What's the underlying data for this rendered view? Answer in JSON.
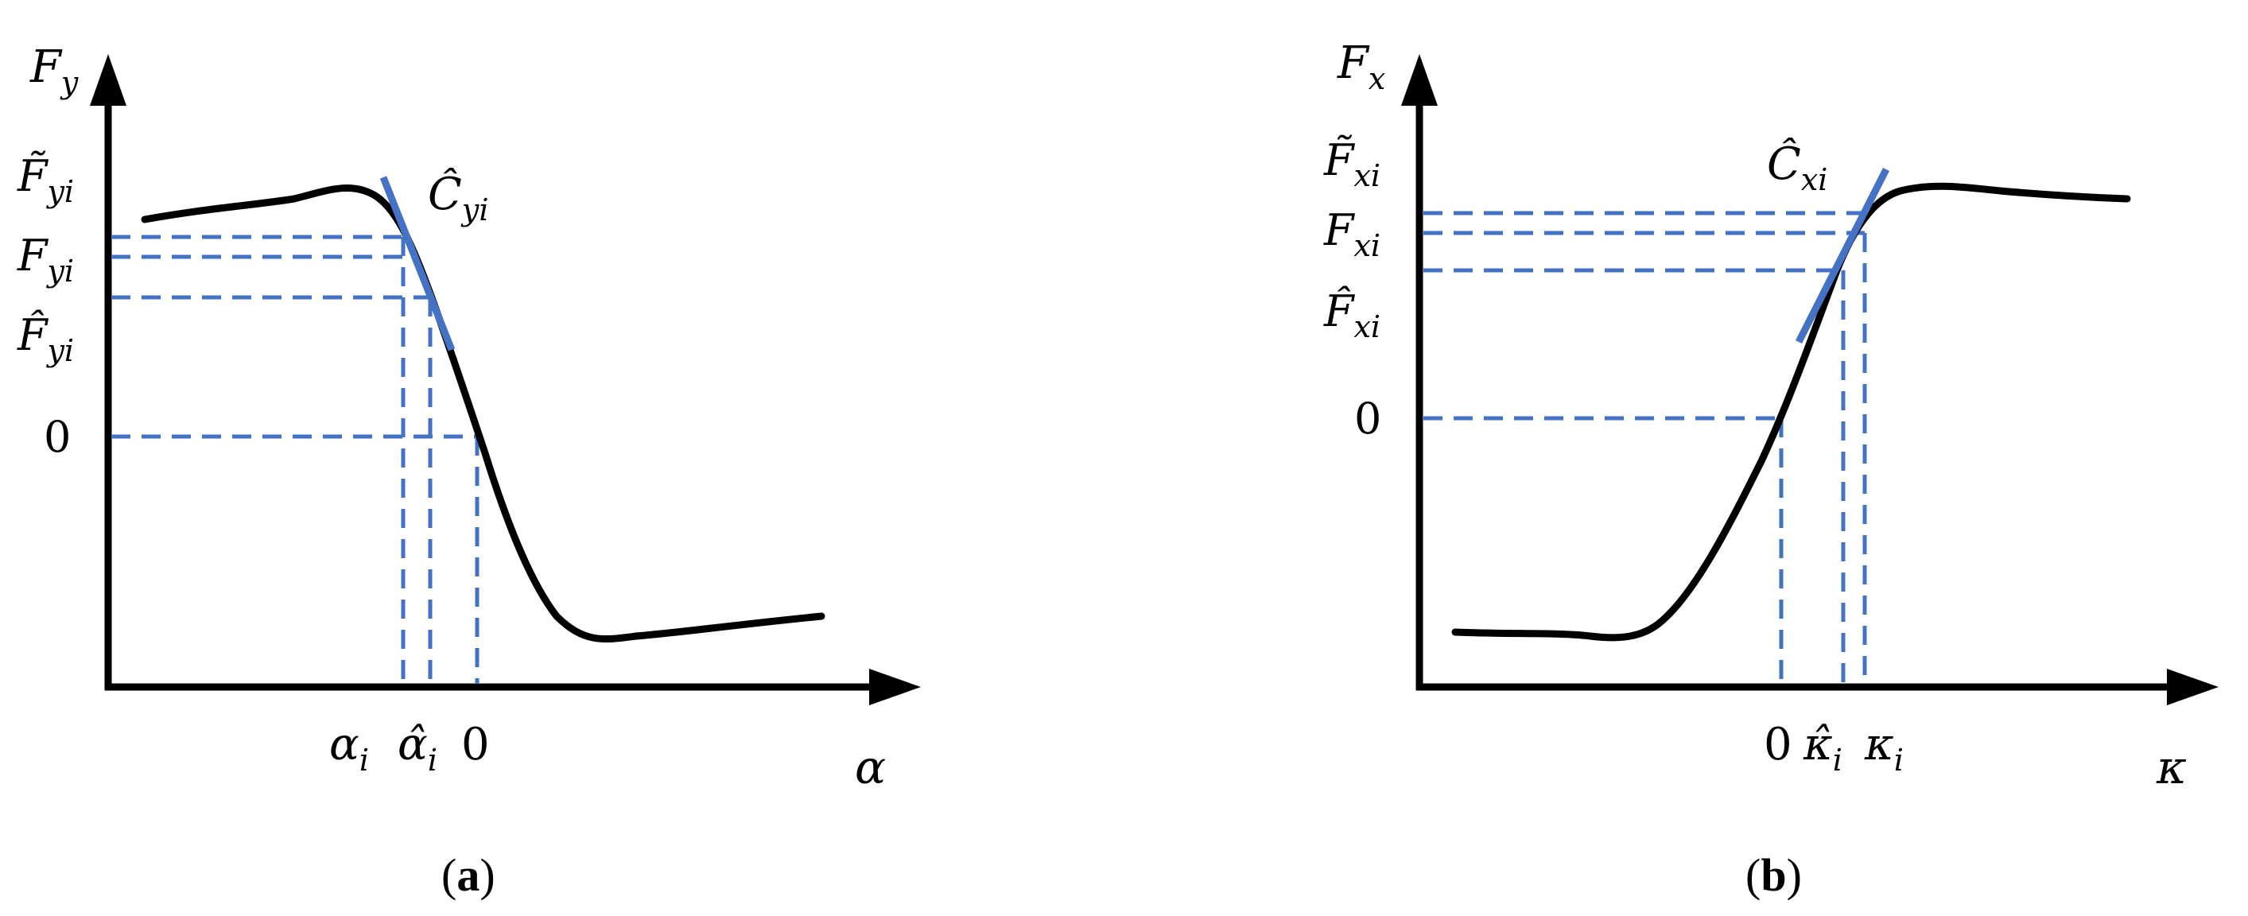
{
  "colors": {
    "axis": "#000000",
    "curve": "#000000",
    "guide": "#4472c4",
    "tangent": "#4472c4",
    "background": "#ffffff"
  },
  "panel_a": {
    "y_axis_label": {
      "base": "F",
      "sub": "y"
    },
    "x_axis_label": "α",
    "tangent_label": {
      "base": "Ĉ",
      "sub": "yi"
    },
    "y_ticks": {
      "tilde": {
        "base": "F̃",
        "sub": "yi"
      },
      "plain": {
        "base": "F",
        "sub": "yi"
      },
      "hat": {
        "base": "F̂",
        "sub": "yi"
      },
      "zero": "0"
    },
    "x_ticks": {
      "plain": {
        "base": "α",
        "sub": "i"
      },
      "hat": {
        "base": "α̂",
        "sub": "i"
      },
      "zero": "0"
    },
    "caption": {
      "open": "(",
      "letter": "a",
      "close": ")"
    }
  },
  "panel_b": {
    "y_axis_label": {
      "base": "F",
      "sub": "x"
    },
    "x_axis_label": "κ",
    "tangent_label": {
      "base": "Ĉ",
      "sub": "xi"
    },
    "y_ticks": {
      "tilde": {
        "base": "F̃",
        "sub": "xi"
      },
      "plain": {
        "base": "F",
        "sub": "xi"
      },
      "hat": {
        "base": "F̂",
        "sub": "xi"
      },
      "zero": "0"
    },
    "x_ticks": {
      "zero": "0",
      "hat": {
        "base": "κ̂",
        "sub": "i"
      },
      "plain": {
        "base": "κ",
        "sub": "i"
      }
    },
    "caption": {
      "open": "(",
      "letter": "b",
      "close": ")"
    }
  }
}
